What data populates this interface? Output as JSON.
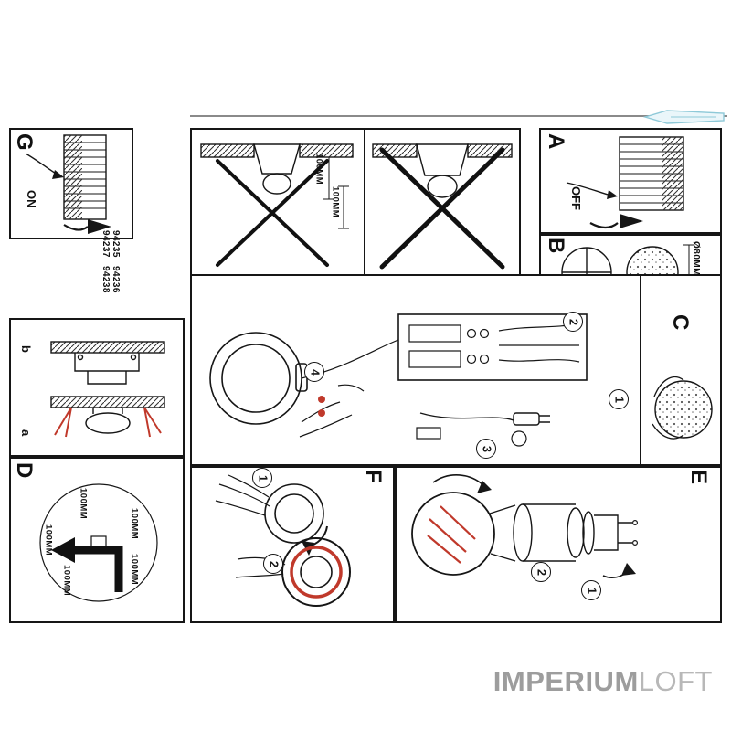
{
  "page": {
    "watermark": {
      "part1": "IMPERIUM",
      "part2": "LOFT"
    }
  },
  "colors": {
    "ink": "#161616",
    "accent_red": "#c0392b",
    "logo_teal": "#8ec9d8",
    "watermark_gray": "#a9a9a9"
  },
  "manual": {
    "product_codes": [
      "94235",
      "94236",
      "94237",
      "94238"
    ],
    "panels": {
      "g": {
        "letter": "G",
        "power_label": "ON"
      },
      "a": {
        "letter": "A",
        "power_label": "OFF"
      },
      "b": {
        "letter": "B",
        "hole_diameter_label": "Ø80MM"
      },
      "c": {
        "letter": "C",
        "step1": "1"
      },
      "d": {
        "letter": "D",
        "clearance_labels": [
          "100MM",
          "100MM",
          "100MM",
          "100MM",
          "100MM"
        ]
      },
      "e": {
        "letter": "E",
        "step1": "1",
        "step2": "2"
      },
      "f": {
        "letter": "F",
        "step1": "1",
        "step2": "2"
      },
      "mounting": {
        "label_b": "b",
        "label_a": "a"
      },
      "warning": {
        "clearance_labels": [
          "100MM",
          "100MM"
        ]
      },
      "wiring": {
        "step2": "2",
        "step3": "3",
        "step4": "4"
      }
    }
  }
}
